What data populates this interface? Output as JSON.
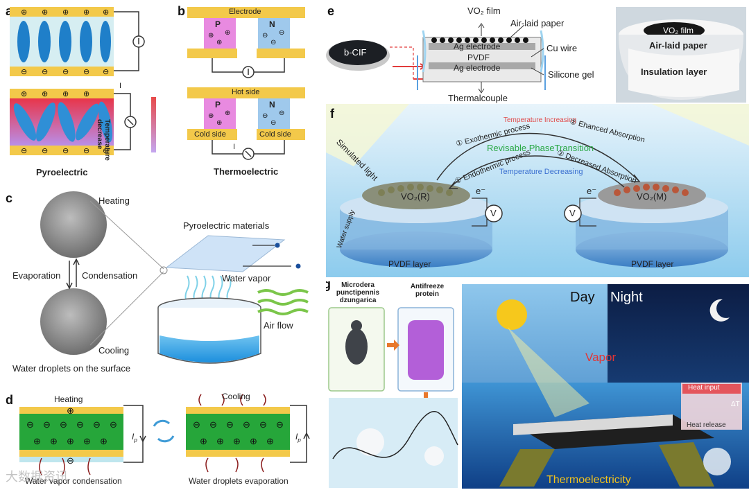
{
  "panel_a": {
    "label": "a",
    "caption": "Pyroelectric",
    "temp_label": "Temperature decrease",
    "current_symbol": "I"
  },
  "panel_b": {
    "label": "b",
    "electrode": "Electrode",
    "hot_side": "Hot side",
    "cold_side_left": "Cold side",
    "cold_side_right": "Cold side",
    "p": "P",
    "n": "N",
    "current_symbol": "I",
    "caption": "Thermoelectric"
  },
  "panel_c": {
    "label": "c",
    "heating": "Heating",
    "cooling": "Cooling",
    "evaporation": "Evaporation",
    "condensation": "Condensation",
    "droplets": "Water droplets on the surface",
    "pyro_materials": "Pyroelectric materials",
    "water_vapor": "Water vapor",
    "air_flow": "Air flow"
  },
  "panel_d": {
    "label": "d",
    "heating": "Heating",
    "cooling": "Cooling",
    "ip": "I",
    "ip_sub": "p",
    "left_caption": "Water vapor condensation",
    "right_caption": "Water droplets evaporation"
  },
  "panel_e": {
    "label": "e",
    "vo2_film": "VO₂ film",
    "air_laid_paper": "Air-laid paper",
    "b_cif": "b-CIF",
    "ag_top": "Ag electrode",
    "pvdf": "PVDF",
    "ag_bottom": "Ag electrode",
    "cu_wire": "Cu wire",
    "silicone_gel": "Silicone gel",
    "thermocouple": "Thermalcouple",
    "photo_vo2": "VO₂ film",
    "photo_paper": "Air-laid paper",
    "photo_insulation": "Insulation layer"
  },
  "panel_f": {
    "label": "f",
    "simulated_light": "Simulated light",
    "temp_increasing": "Temperature Increasing",
    "exothermic": "① Exothermic process",
    "enhanced": "② Ehanced Absorption",
    "revisable": "Revisable PhaseTransition",
    "endothermic": "① Endothermic process",
    "decreased": "② Decreased Absorption",
    "temp_decreasing": "Temperature Decreasing",
    "vo2_r": "VO₂(R)",
    "vo2_m": "VO₂(M)",
    "electron": "e⁻",
    "volt": "V",
    "water_supply": "Water supply",
    "pvdf_left": "PVDF layer",
    "pvdf_right": "PVDF layer"
  },
  "panel_g": {
    "label": "g",
    "insect": "Microdera punctipennis dzungarica",
    "protein": "Antifreeze protein",
    "day": "Day",
    "night": "Night",
    "vapor": "Vapor",
    "heat_input": "Heat input",
    "heat_release": "Heat release",
    "delta_t": "ΔT",
    "thermoelectricity": "Thermoelectricity"
  },
  "watermark": "大数据资讯"
}
